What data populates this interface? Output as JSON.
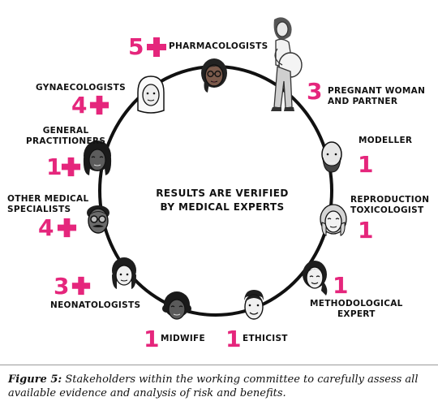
{
  "diagram": {
    "center_text": "RESULTS ARE VERIFIED\nBY MEDICAL EXPERTS",
    "accent_color": "#e5267c",
    "stakeholders": [
      {
        "label": "PHARMACOLOGISTS",
        "count": "5",
        "plus": true,
        "face": "woman-glasses-icon"
      },
      {
        "label": "PREGNANT WOMAN\nAND PARTNER",
        "count": "3",
        "plus": false,
        "face": "pregnant-woman-icon"
      },
      {
        "label": "MODELLER",
        "count": "1",
        "plus": false,
        "face": "bald-bearded-man-icon"
      },
      {
        "label": "REPRODUCTION\nTOXICOLOGIST",
        "count": "1",
        "plus": false,
        "face": "older-woman-icon"
      },
      {
        "label": "METHODOLOGICAL\nEXPERT",
        "count": "1",
        "plus": false,
        "face": "young-woman-icon"
      },
      {
        "label": "ETHICIST",
        "count": "1",
        "plus": false,
        "face": "young-man-icon"
      },
      {
        "label": "MIDWIFE",
        "count": "1",
        "plus": false,
        "face": "curly-hair-woman-icon"
      },
      {
        "label": "NEONATOLOGISTS",
        "count": "3",
        "plus": true,
        "face": "dark-hair-woman-icon"
      },
      {
        "label": "OTHER MEDICAL\nSPECIALISTS",
        "count": "4",
        "plus": true,
        "face": "man-glasses-moustache-icon"
      },
      {
        "label": "GENERAL\nPRACTITIONERS",
        "count": "1",
        "plus": true,
        "face": "curly-hair-woman-dark-icon"
      },
      {
        "label": "GYNAECOLOGISTS",
        "count": "4",
        "plus": true,
        "face": "woman-headscarf-icon"
      }
    ]
  },
  "caption": {
    "label": "Figure 5:",
    "text": " Stakeholders within the working committee to carefully assess all available evidence and analysis of risk and benefits."
  }
}
